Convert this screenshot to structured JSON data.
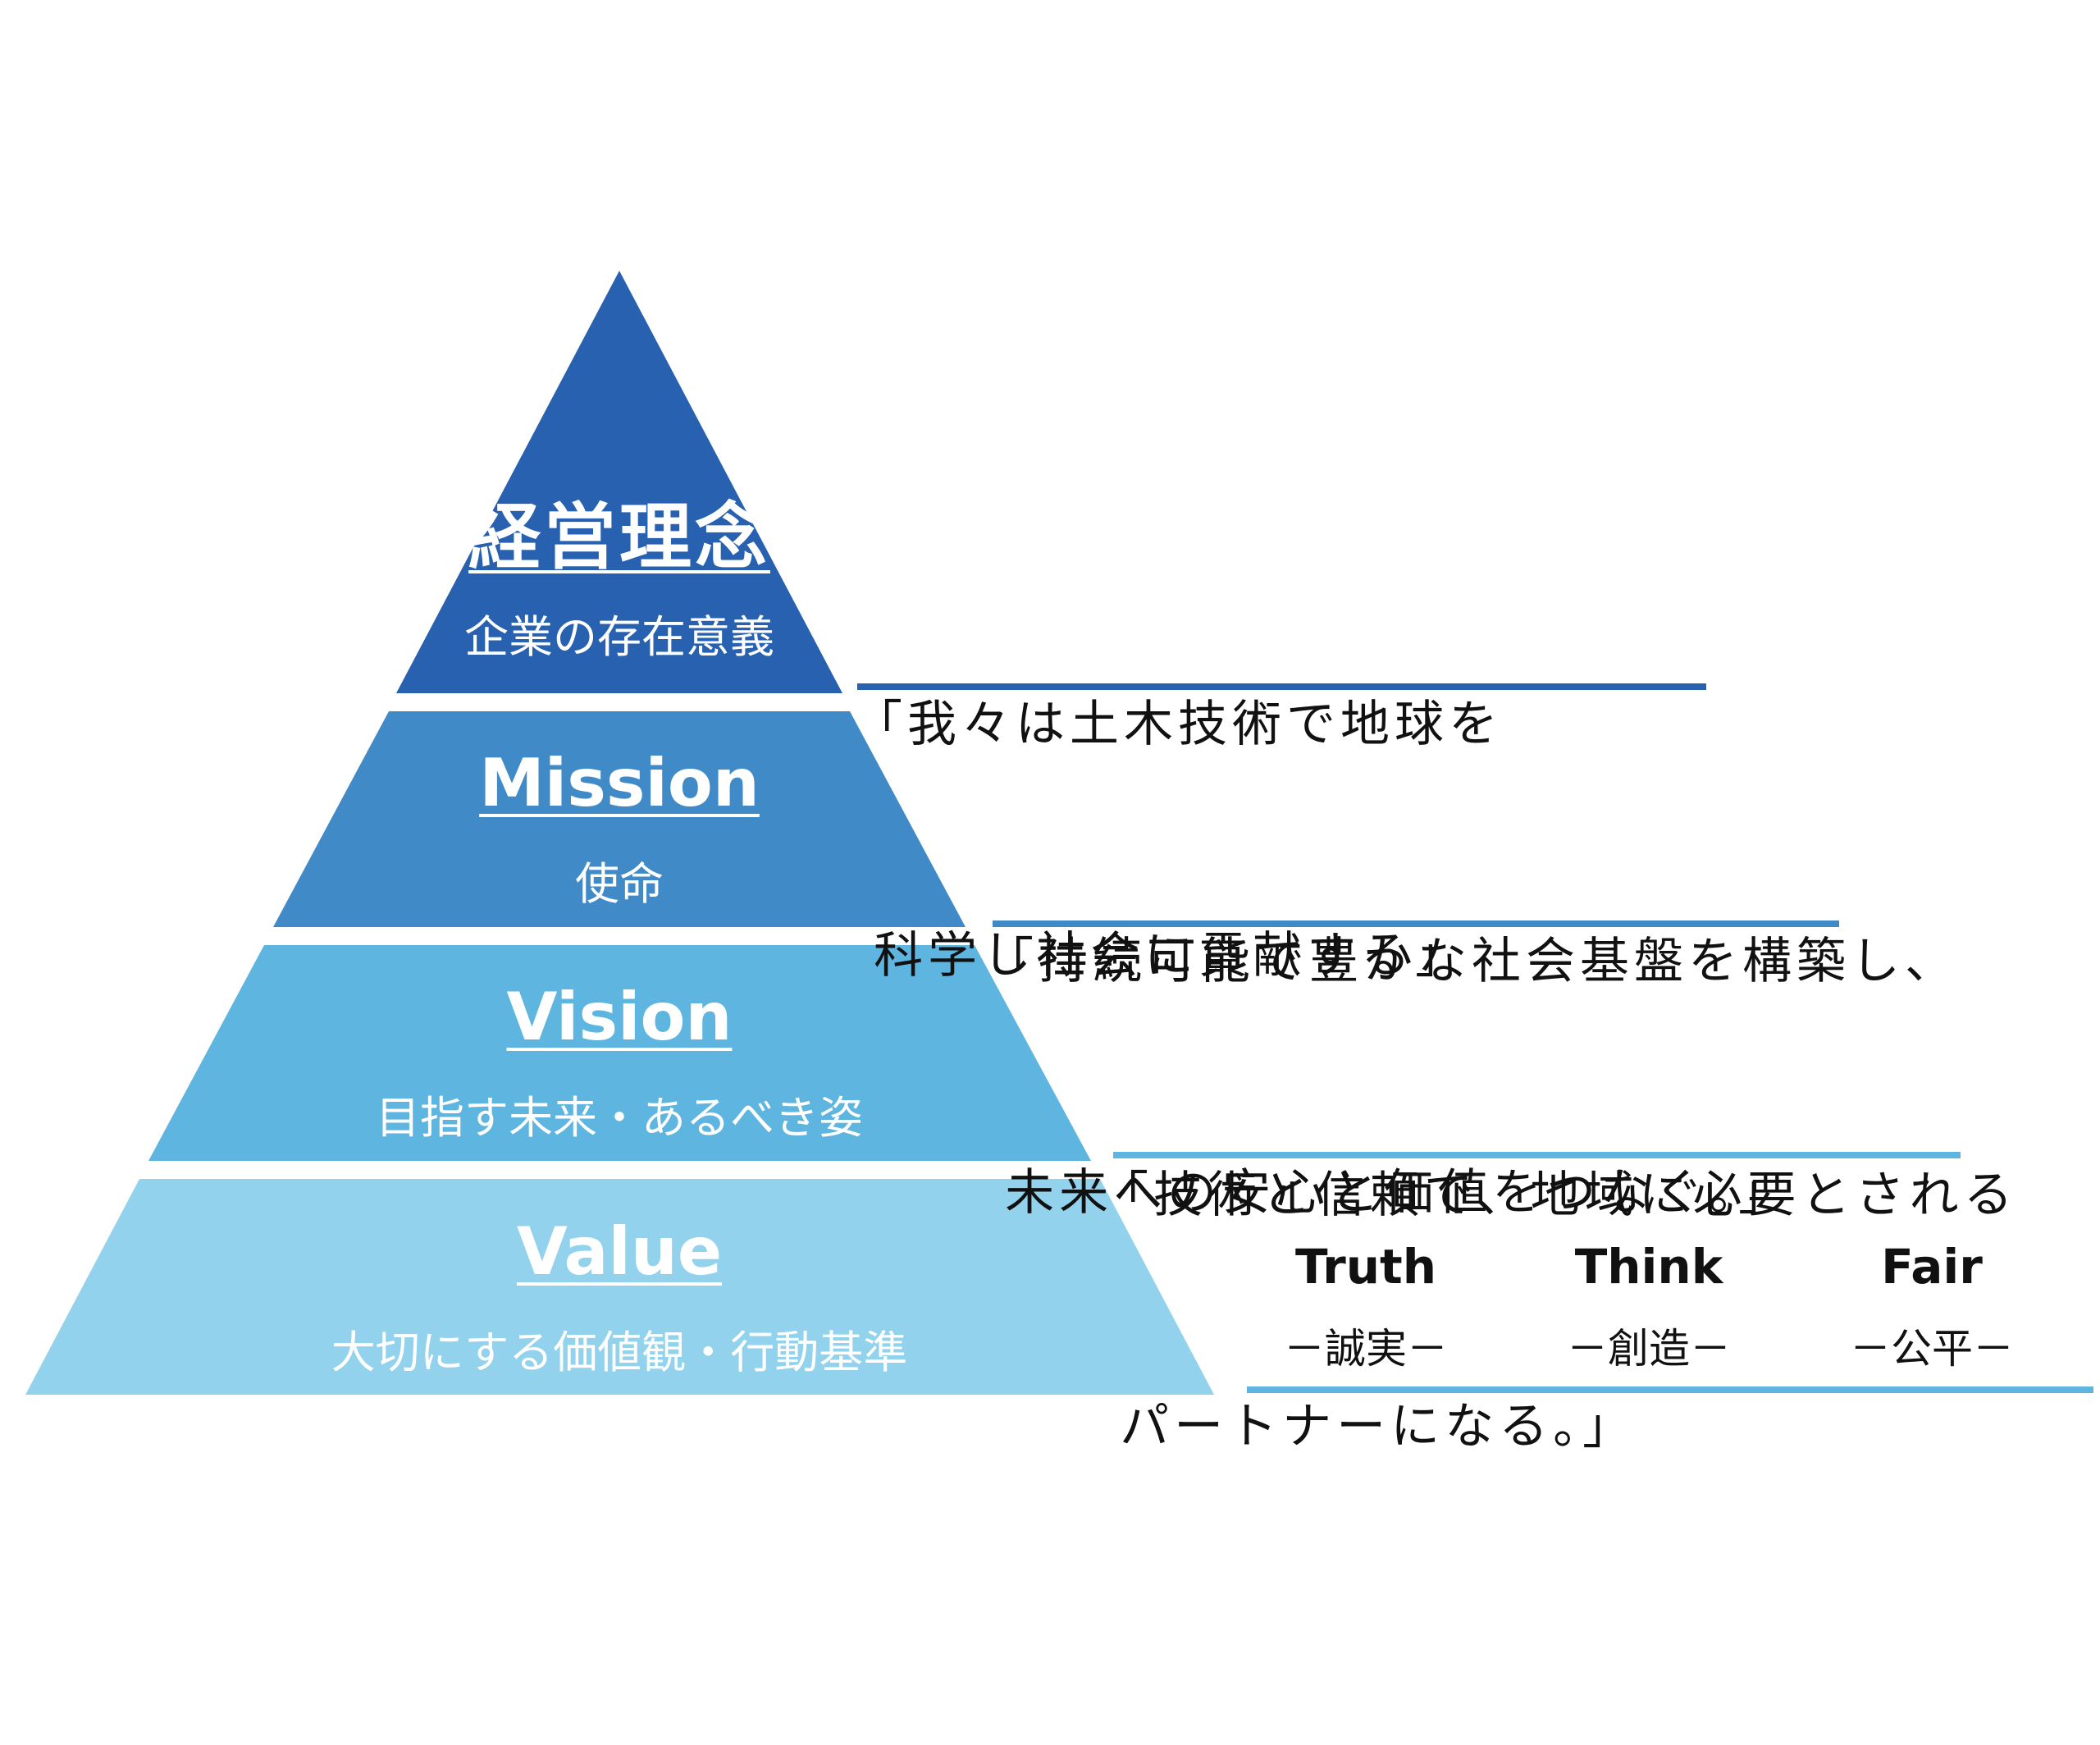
{
  "tiers": {
    "philosophy": {
      "title": "経営理念",
      "subtitle": "企業の存在意義",
      "color": "#2761af",
      "statement_line1": "「我々は土木技術で地球を",
      "statement_line2": " 科学し社会に貢献する」"
    },
    "mission": {
      "title": "Mission",
      "subtitle": "使命",
      "color": "#408ac8",
      "statement_line1": "「持続可能で豊かな社会基盤を構築し、",
      "statement_line2": " 未来への安心と価値をつなぐ。」"
    },
    "vision": {
      "title": "Vision",
      "subtitle": "目指す未来・あるべき姿",
      "color": "#5db5e0",
      "statement_line1": "「技術と信頼で、地域に必要とされる",
      "statement_line2": " パートナーになる。」"
    },
    "value": {
      "title": "Value",
      "subtitle": "大切にする価値観・行動基準",
      "color": "#92d2ec",
      "items": [
        {
          "en": "Truth",
          "jp": "－誠実－"
        },
        {
          "en": "Think",
          "jp": "－創造－"
        },
        {
          "en": "Fair",
          "jp": "－公平－"
        }
      ]
    }
  }
}
